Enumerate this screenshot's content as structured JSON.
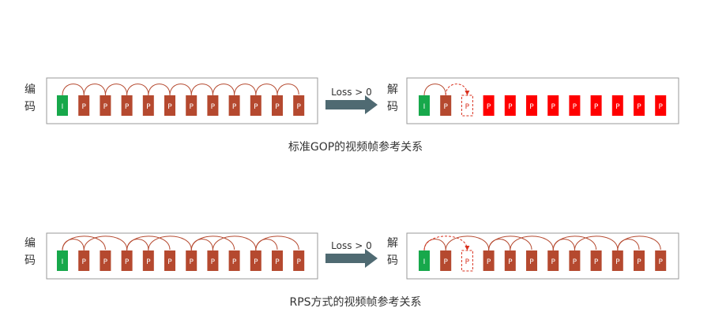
{
  "colors": {
    "i_frame": "#17a84b",
    "p_frame": "#b5492f",
    "p_lost_frame": "#ff0000",
    "p_missing_border": "#d9301e",
    "arc": "#b5492f",
    "panel_border": "#999999",
    "arrow": "#4f6a72",
    "text": "#333333"
  },
  "labels": {
    "encode": "编码",
    "decode": "解码",
    "loss": "Loss > 0",
    "i": "I",
    "p": "P"
  },
  "sections": [
    {
      "id": "standard-gop",
      "caption": "标准GOP的视频帧参考关系",
      "encoder_frames": [
        "I",
        "P",
        "P",
        "P",
        "P",
        "P",
        "P",
        "P",
        "P",
        "P",
        "P",
        "P"
      ],
      "decoder_frames": [
        {
          "type": "I",
          "status": "ok"
        },
        {
          "type": "P",
          "status": "ok"
        },
        {
          "type": "P",
          "status": "missing"
        },
        {
          "type": "P",
          "status": "lost"
        },
        {
          "type": "P",
          "status": "lost"
        },
        {
          "type": "P",
          "status": "lost"
        },
        {
          "type": "P",
          "status": "lost"
        },
        {
          "type": "P",
          "status": "lost"
        },
        {
          "type": "P",
          "status": "lost"
        },
        {
          "type": "P",
          "status": "lost"
        },
        {
          "type": "P",
          "status": "lost"
        },
        {
          "type": "P",
          "status": "lost"
        }
      ],
      "encoder_refs": [
        [
          0,
          1
        ],
        [
          1,
          2
        ],
        [
          2,
          3
        ],
        [
          3,
          4
        ],
        [
          4,
          5
        ],
        [
          5,
          6
        ],
        [
          6,
          7
        ],
        [
          7,
          8
        ],
        [
          8,
          9
        ],
        [
          9,
          10
        ],
        [
          10,
          11
        ]
      ],
      "decoder_refs": [
        [
          0,
          1
        ],
        [
          1,
          2
        ]
      ],
      "decoder_dashed_refs": [
        [
          1,
          2
        ]
      ]
    },
    {
      "id": "rps",
      "caption": "RPS方式的视频帧参考关系",
      "encoder_frames": [
        "I",
        "P",
        "P",
        "P",
        "P",
        "P",
        "P",
        "P",
        "P",
        "P",
        "P",
        "P"
      ],
      "decoder_frames": [
        {
          "type": "I",
          "status": "ok"
        },
        {
          "type": "P",
          "status": "ok"
        },
        {
          "type": "P",
          "status": "missing"
        },
        {
          "type": "P",
          "status": "ok"
        },
        {
          "type": "P",
          "status": "ok"
        },
        {
          "type": "P",
          "status": "ok"
        },
        {
          "type": "P",
          "status": "ok"
        },
        {
          "type": "P",
          "status": "ok"
        },
        {
          "type": "P",
          "status": "ok"
        },
        {
          "type": "P",
          "status": "ok"
        },
        {
          "type": "P",
          "status": "ok"
        },
        {
          "type": "P",
          "status": "ok"
        }
      ],
      "encoder_refs": [
        [
          0,
          1
        ],
        [
          0,
          2
        ],
        [
          1,
          3
        ],
        [
          3,
          4
        ],
        [
          3,
          5
        ],
        [
          4,
          6
        ],
        [
          6,
          7
        ],
        [
          6,
          8
        ],
        [
          7,
          9
        ],
        [
          9,
          10
        ],
        [
          9,
          11
        ]
      ],
      "decoder_refs": [
        [
          0,
          1
        ],
        [
          0,
          2
        ],
        [
          1,
          3
        ],
        [
          3,
          4
        ],
        [
          3,
          5
        ],
        [
          4,
          6
        ],
        [
          6,
          7
        ],
        [
          6,
          8
        ],
        [
          7,
          9
        ],
        [
          9,
          10
        ],
        [
          9,
          11
        ]
      ],
      "decoder_dashed_refs": [
        [
          0,
          2
        ]
      ]
    }
  ]
}
